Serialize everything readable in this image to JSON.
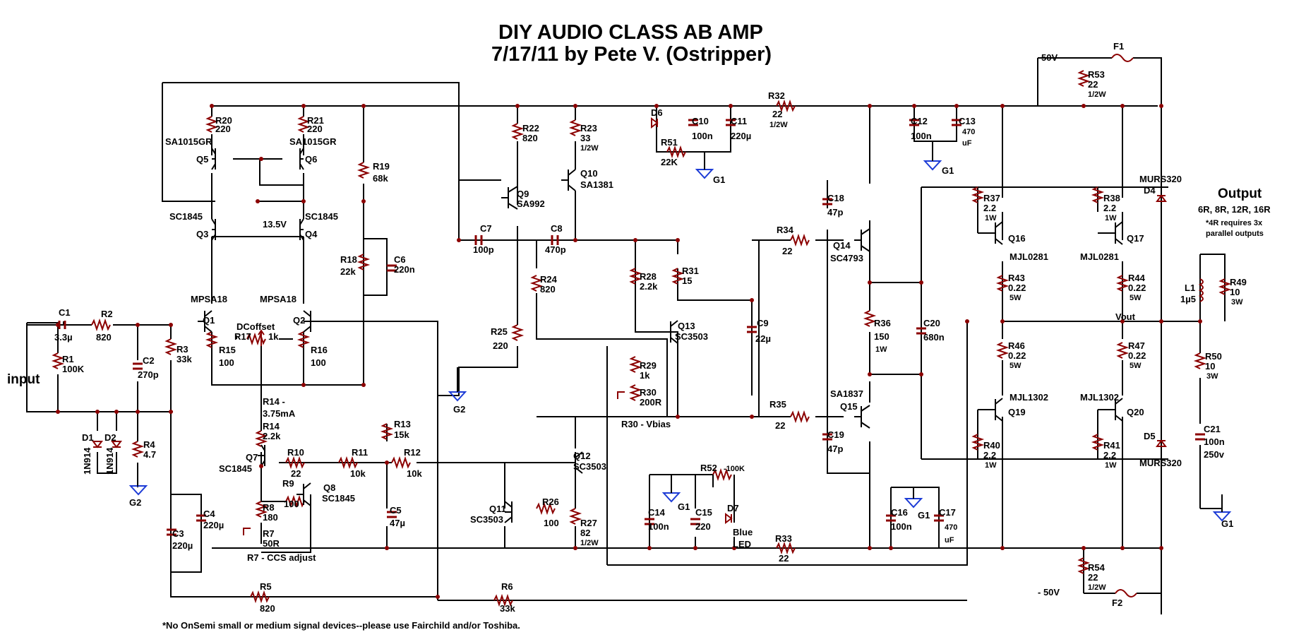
{
  "title": {
    "line1": "DIY AUDIO CLASS AB AMP",
    "line2": "7/17/11 by Pete V. (Ostripper)"
  },
  "footnote": "*No OnSemi small or medium signal devices--please use Fairchild and/or Toshiba.",
  "rails": {
    "pos": "50V",
    "neg": "- 50V"
  },
  "io": {
    "input": "input",
    "output": "Output",
    "output_impedances": "6R, 8R, 12R, 16R",
    "output_note_1": "*4R requires 3x",
    "output_note_2": "parallel outputs",
    "vout": "Vout"
  },
  "annotations": {
    "dc_offset": "DCoffset",
    "node_voltage": "13.5V",
    "r14_current": "R14 -",
    "r14_current_value": "3.75mA",
    "r30_label": "R30 - Vbias",
    "r7_label": "R7 - CCS adjust",
    "r52_note": "-100K"
  },
  "grounds": {
    "g1": "G1",
    "g2": "G2"
  },
  "resistors": {
    "r1": [
      "R1",
      "100K"
    ],
    "r2": [
      "R2",
      "820"
    ],
    "r3": [
      "R3",
      "33k"
    ],
    "r4": [
      "R4",
      "4.7"
    ],
    "r5": [
      "R5",
      "820"
    ],
    "r6": [
      "R6",
      "33k"
    ],
    "r7": [
      "R7",
      "50R"
    ],
    "r8": [
      "R8",
      "180"
    ],
    "r9": [
      "R9",
      "100"
    ],
    "r10": [
      "R10",
      "22"
    ],
    "r11": [
      "R11",
      "10k"
    ],
    "r12": [
      "R12",
      "10k"
    ],
    "r13": [
      "R13",
      "15k"
    ],
    "r14": [
      "R14",
      "2.2k"
    ],
    "r15": [
      "R15",
      "100"
    ],
    "r16": [
      "R16",
      "100"
    ],
    "r17": [
      "R17",
      "1k"
    ],
    "r18": [
      "R18",
      "22k"
    ],
    "r19": [
      "R19",
      "68k"
    ],
    "r20": [
      "R20",
      "220"
    ],
    "r21": [
      "R21",
      "220"
    ],
    "r22": [
      "R22",
      "820"
    ],
    "r23": [
      "R23",
      "33",
      "1/2W"
    ],
    "r24": [
      "R24",
      "820"
    ],
    "r25": [
      "R25",
      "220"
    ],
    "r26": [
      "R26",
      "100"
    ],
    "r27": [
      "R27",
      "82",
      "1/2W"
    ],
    "r28": [
      "R28",
      "2.2k"
    ],
    "r29": [
      "R29",
      "1k"
    ],
    "r30": [
      "R30",
      "200R"
    ],
    "r31": [
      "R31",
      "15"
    ],
    "r32": [
      "R32",
      "22",
      "1/2W"
    ],
    "r33": [
      "R33",
      "22"
    ],
    "r34": [
      "R34",
      "22"
    ],
    "r35": [
      "R35",
      "22"
    ],
    "r36": [
      "R36",
      "150",
      "1W"
    ],
    "r37": [
      "R37",
      "2.2",
      "1W"
    ],
    "r38": [
      "R38",
      "2.2",
      "1W"
    ],
    "r40": [
      "R40",
      "2.2",
      "1W"
    ],
    "r41": [
      "R41",
      "2.2",
      "1W"
    ],
    "r43": [
      "R43",
      "0.22",
      "5W"
    ],
    "r44": [
      "R44",
      "0.22",
      "5W"
    ],
    "r46": [
      "R46",
      "0.22",
      "5W"
    ],
    "r47": [
      "R47",
      "0.22",
      "5W"
    ],
    "r49": [
      "R49",
      "10",
      "3W"
    ],
    "r50": [
      "R50",
      "10",
      "3W"
    ],
    "r51": [
      "R51",
      "22K"
    ],
    "r52": [
      "R52"
    ],
    "r53": [
      "R53",
      "22",
      "1/2W"
    ],
    "r54": [
      "R54",
      "22",
      "1/2W"
    ]
  },
  "capacitors": {
    "c1": [
      "C1",
      "3.3µ"
    ],
    "c2": [
      "C2",
      "270p"
    ],
    "c3": [
      "C3",
      "220µ"
    ],
    "c4": [
      "C4",
      "220µ"
    ],
    "c5": [
      "C5",
      "47µ"
    ],
    "c6": [
      "C6",
      "220n"
    ],
    "c7": [
      "C7",
      "100p"
    ],
    "c8": [
      "C8",
      "470p"
    ],
    "c9": [
      "C9",
      "22µ"
    ],
    "c10": [
      "C10",
      "100n"
    ],
    "c11": [
      "C11",
      "220µ"
    ],
    "c12": [
      "C12",
      "100n"
    ],
    "c13": [
      "C13",
      "470",
      "uF"
    ],
    "c14": [
      "C14",
      "100n"
    ],
    "c15": [
      "C15",
      "220"
    ],
    "c16": [
      "C16",
      "100n"
    ],
    "c17": [
      "C17",
      "470",
      "uF"
    ],
    "c18": [
      "C18",
      "47p"
    ],
    "c19": [
      "C19",
      "47p"
    ],
    "c20": [
      "C20",
      "680n"
    ],
    "c21": [
      "C21",
      "100n",
      "250v"
    ]
  },
  "transistors": {
    "q1": [
      "Q1",
      "MPSA18"
    ],
    "q2": [
      "Q2",
      "MPSA18"
    ],
    "q3": [
      "Q3",
      "SC1845"
    ],
    "q4": [
      "Q4",
      "SC1845"
    ],
    "q5": [
      "Q5",
      "SA1015GR"
    ],
    "q6": [
      "Q6",
      "SA1015GR"
    ],
    "q7": [
      "Q7",
      "SC1845"
    ],
    "q8": [
      "Q8",
      "SC1845"
    ],
    "q9": [
      "Q9",
      "SA992"
    ],
    "q10": [
      "Q10",
      "SA1381"
    ],
    "q11": [
      "Q11",
      "SC3503"
    ],
    "q12": [
      "Q12",
      "SC3503"
    ],
    "q13": [
      "Q13",
      "SC3503"
    ],
    "q14": [
      "Q14",
      "SC4793"
    ],
    "q15": [
      "Q15",
      "SA1837"
    ],
    "q16": [
      "Q16",
      "MJL0281"
    ],
    "q17": [
      "Q17",
      "MJL0281"
    ],
    "q19": [
      "Q19",
      "MJL1302"
    ],
    "q20": [
      "Q20",
      "MJL1302"
    ]
  },
  "diodes": {
    "d1": [
      "D1",
      "1N914"
    ],
    "d2": [
      "D2",
      "1N914"
    ],
    "d4": [
      "D4",
      "MURS320"
    ],
    "d5": [
      "D5",
      "MURS320"
    ],
    "d6": [
      "D6"
    ],
    "d7": [
      "D7",
      "Blue",
      "LED"
    ]
  },
  "fuses": {
    "f1": "F1",
    "f2": "F2"
  },
  "inductor": [
    "L1",
    "1µ5"
  ],
  "colors": {
    "wire": "#000000",
    "component": "#8b0000",
    "ground": "#1c3bd6",
    "background": "#ffffff"
  }
}
